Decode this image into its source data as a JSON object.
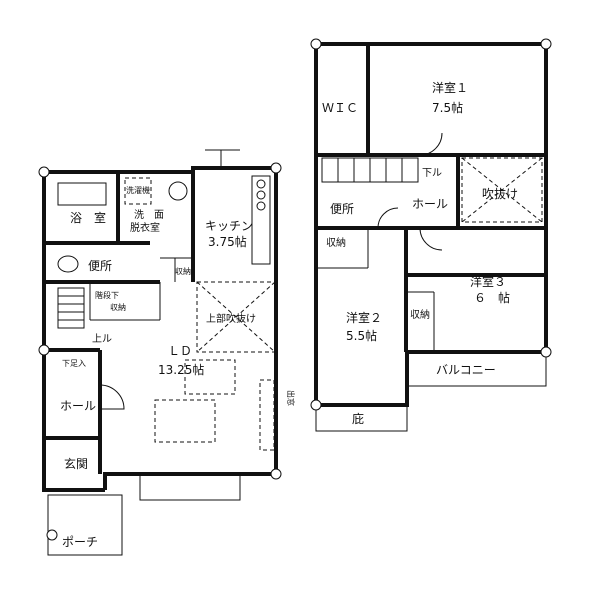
{
  "floor1": {
    "bath": "浴　室",
    "washroom_1": "洗　面",
    "washroom_2": "脱衣室",
    "sentakuki": "洗濯機",
    "kitchen_1": "キッチン",
    "kitchen_2": "3.75帖",
    "toilet": "便所",
    "storage_small": "収納",
    "stair_storage_1": "階段下",
    "stair_storage_2": "収納",
    "up": "上ル",
    "upper_void": "上部吹抜け",
    "ld_1": "ＬＤ",
    "ld_2": "13.25帖",
    "shoe_storage": "下足入",
    "hall": "ホール",
    "entrance": "玄関",
    "porch": "ポーチ",
    "window_label": "出窓"
  },
  "floor2": {
    "wic": "ＷＩＣ",
    "room1_1": "洋室１",
    "room1_2": "7.5帖",
    "down": "下ル",
    "void": "吹抜け",
    "toilet": "便所",
    "hall": "ホール",
    "storage_a": "収納",
    "storage_b": "収納",
    "room2_1": "洋室２",
    "room2_2": "5.5帖",
    "room3_1": "洋室３",
    "room3_2": "６　帖",
    "balcony": "バルコニー",
    "eaves": "庇"
  }
}
